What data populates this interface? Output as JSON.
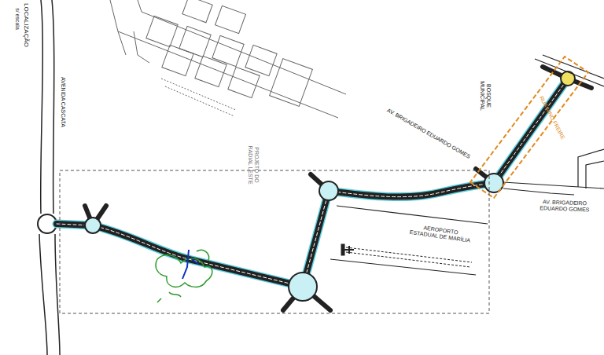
{
  "diagram": {
    "labels": [
      "LOCALIZAÇÃO",
      "s/ escala",
      "AVENIDA CASCATA",
      "PROJETO DO RADIAL LESTE",
      "AV. BRIGADEIRO EDUARDO GOMES",
      "BOSQUE MUNICIPAL",
      "RUA NINO FREIRE",
      "AV. BRIGADEIRO EDUARDO GOMES",
      "AEROPORTO ESTADUAL DE MARÍLIA"
    ]
  }
}
